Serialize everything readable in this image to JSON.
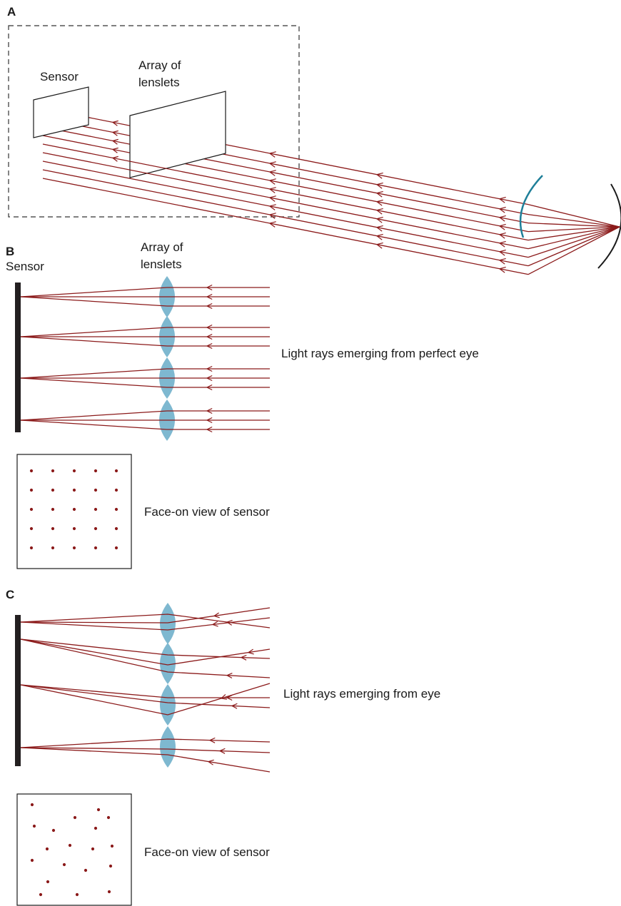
{
  "panels": {
    "a": {
      "letter": "A",
      "sensor_label": "Sensor",
      "lenslet_label_line1": "Array of",
      "lenslet_label_line2": "lenslets"
    },
    "b": {
      "letter": "B",
      "sensor_label": "Sensor",
      "lenslet_label_line1": "Array of",
      "lenslet_label_line2": "lenslets",
      "rays_label": "Light rays emerging from perfect eye",
      "face_label": "Face-on view of sensor"
    },
    "c": {
      "letter": "C",
      "rays_label": "Light rays emerging from eye",
      "face_label": "Face-on view of sensor"
    }
  },
  "colors": {
    "ray": "#8b1a1a",
    "lens": "#7eb8d0",
    "cornea": "#1f7f99",
    "sensor": "#231f20"
  }
}
